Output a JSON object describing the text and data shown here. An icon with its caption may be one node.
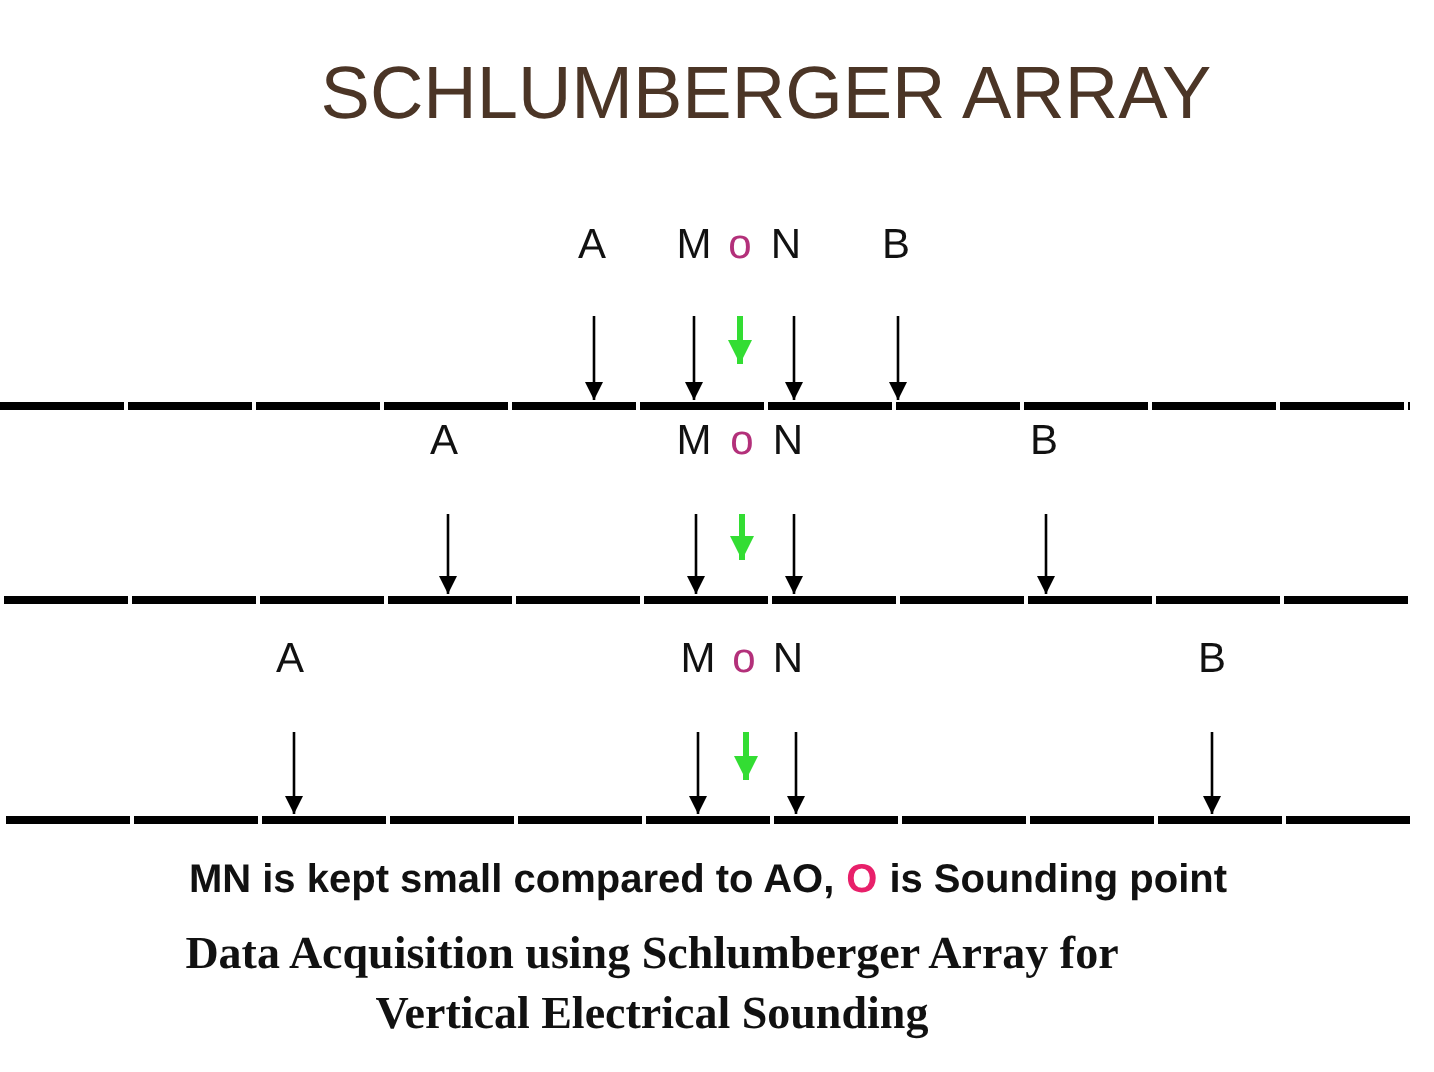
{
  "diagram": {
    "title": "SCHLUMBERGER ARRAY",
    "caption": "Data Acquisition using Schlumberger Array for Vertical Electrical Sounding",
    "labels": [
      "A",
      "M",
      "o",
      "N",
      "B",
      "A",
      "M",
      "o",
      "N",
      "B",
      "A",
      "M",
      "o",
      "N",
      "B",
      "MN is kept small compared to AO,",
      "O",
      "is Sounding point"
    ]
  }
}
